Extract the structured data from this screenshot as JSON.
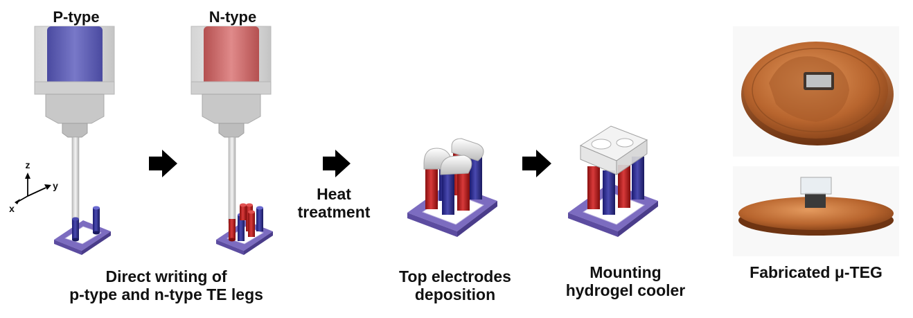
{
  "labels": {
    "p_type": "P-type",
    "n_type": "N-type",
    "step1_line1": "Direct writing of",
    "step1_line2": "p-type and n-type TE legs",
    "heat_line1": "Heat",
    "heat_line2": "treatment",
    "step3_line1": "Top electrodes",
    "step3_line2": "deposition",
    "step4_line1": "Mounting",
    "step4_line2": "hydrogel cooler",
    "result": "Fabricated μ-TEG"
  },
  "axes": {
    "z": "z",
    "y": "y",
    "x": "x"
  },
  "colors": {
    "p_type_ink": "#5a5aa8",
    "n_type_ink": "#c86060",
    "p_leg": "#2a2a8a",
    "n_leg": "#a81818",
    "substrate": "#8a7ac8",
    "arrow": "#000000"
  },
  "icons": [
    "arrow-right-icon",
    "axis-triad-icon",
    "syringe-icon",
    "penny-photo-icon"
  ]
}
